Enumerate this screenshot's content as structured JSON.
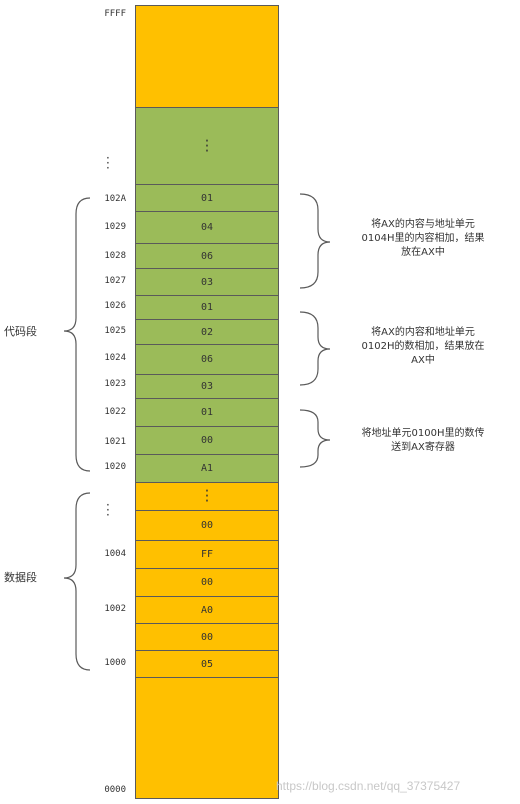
{
  "colors": {
    "orange": "#FFC000",
    "green": "#9BBB59",
    "border": "#5a5a5a"
  },
  "addresses": {
    "top": "FFFF",
    "bottom": "0000",
    "a102A": "102A",
    "a1029": "1029",
    "a1028": "1028",
    "a1027": "1027",
    "a1026": "1026",
    "a1025": "1025",
    "a1024": "1024",
    "a1023": "1023",
    "a1022": "1022",
    "a1021": "1021",
    "a1020": "1020",
    "a1004": "1004",
    "a1002": "1002",
    "a1000": "1000"
  },
  "cells": {
    "c102A": "01",
    "c1029": "04",
    "c1028": "06",
    "c1027": "03",
    "c1026": "01",
    "c1025": "02",
    "c1024": "06",
    "c1023": "03",
    "c1022": "01",
    "c1021": "00",
    "c1020": "A1",
    "d1005": "00",
    "d1004": "FF",
    "d1003": "00",
    "d1002": "A0",
    "d1001": "00",
    "d1000": "05"
  },
  "segments": {
    "code": "代码段",
    "data": "数据段"
  },
  "notes": {
    "instr1_l1": "将AX的内容与地址单元",
    "instr1_l2": "0104H里的内容相加，结果",
    "instr1_l3": "放在AX中",
    "instr2_l1": "将AX的内容和地址单元",
    "instr2_l2": "0102H的数相加，结果放在",
    "instr2_l3": "AX中",
    "instr3_l1": "将地址单元0100H里的数传",
    "instr3_l2": "送到AX寄存器"
  },
  "watermark": "https://blog.csdn.net/qq_37375427"
}
